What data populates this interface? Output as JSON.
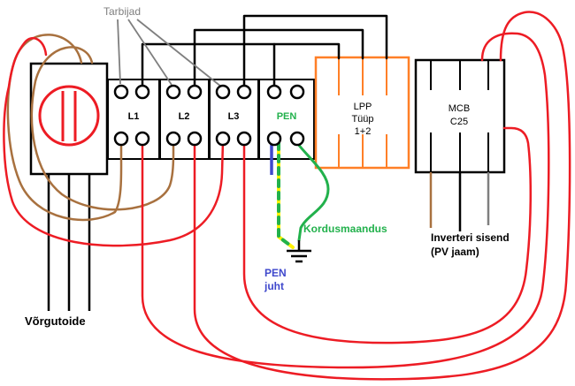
{
  "diagram": {
    "labels": {
      "tarbijad": "Tarbijad",
      "l1": "L1",
      "l2": "L2",
      "l3": "L3",
      "pen": "PEN",
      "lpp_line1": "LPP",
      "lpp_line2": "Tüüp",
      "lpp_line3": "1+2",
      "mcb_line1": "MCB",
      "mcb_line2": "C25",
      "vorgutoide": "Võrgutoide",
      "pen_juht_line1": "PEN",
      "pen_juht_line2": "juht",
      "kordusmaandus": "Kordusmaandus",
      "inverter_line1": "Inverteri sisend",
      "inverter_line2": "(PV jaam)"
    },
    "colors": {
      "red": "#ed1c24",
      "brown": "#a8713f",
      "black": "#000000",
      "gray": "#7f7f7f",
      "green": "#22b14c",
      "blue": "#3f48cc",
      "yellow": "#fff200",
      "orange": "#ff7f27"
    }
  }
}
